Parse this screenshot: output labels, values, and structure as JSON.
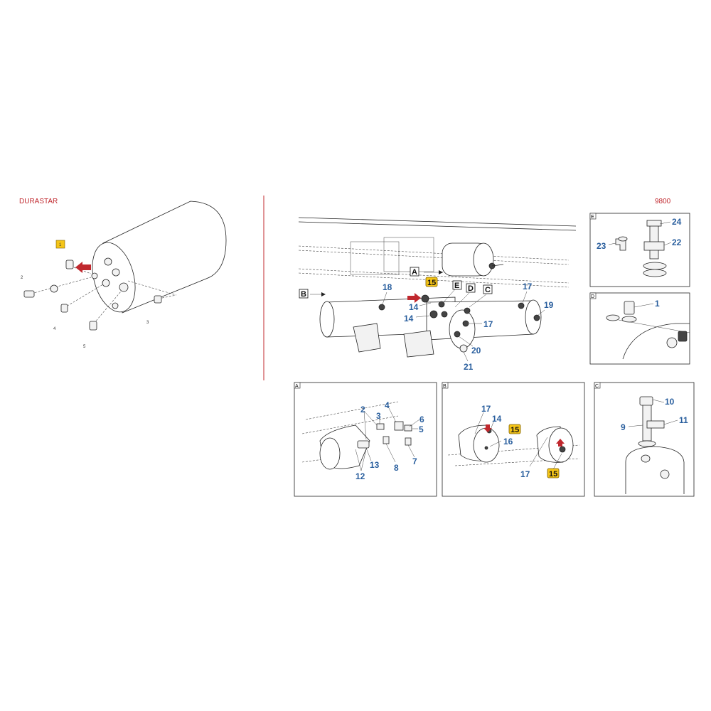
{
  "titles": {
    "left": "DURASTAR",
    "right": "9800"
  },
  "colors": {
    "accent_red": "#c0282e",
    "callout_blue": "#2a5f9e",
    "highlight_yellow": "#f5c518",
    "divider_red": "#c0282e"
  },
  "durastar": {
    "callouts": [
      {
        "id": "d1",
        "text": "1",
        "highlighted": true
      },
      {
        "id": "d2",
        "text": "2"
      },
      {
        "id": "d3",
        "text": "3"
      },
      {
        "id": "d4",
        "text": "4"
      },
      {
        "id": "d5",
        "text": "5"
      }
    ]
  },
  "main": {
    "view_tags": {
      "A": "A",
      "B": "B",
      "C": "C",
      "D": "D",
      "E": "E"
    },
    "callouts": {
      "c14a": "14",
      "c14b": "14",
      "c15": "15",
      "c17a": "17",
      "c17b": "17",
      "c18": "18",
      "c19": "19",
      "c20": "20",
      "c21": "21"
    }
  },
  "panel_e": {
    "tag": "E",
    "callouts": {
      "c22": "22",
      "c23": "23",
      "c24": "24"
    }
  },
  "panel_d": {
    "tag": "D",
    "callouts": {
      "c1": "1"
    }
  },
  "panel_a": {
    "tag": "A",
    "callouts": {
      "c2": "2",
      "c3": "3",
      "c4": "4",
      "c5": "5",
      "c6": "6",
      "c7": "7",
      "c8": "8",
      "c12": "12",
      "c13": "13"
    }
  },
  "panel_b": {
    "tag": "B",
    "callouts": {
      "c14": "14",
      "c15a": "15",
      "c15b": "15",
      "c16": "16",
      "c17a": "17",
      "c17b": "17"
    }
  },
  "panel_c": {
    "tag": "C",
    "callouts": {
      "c9": "9",
      "c10": "10",
      "c11": "11"
    }
  }
}
